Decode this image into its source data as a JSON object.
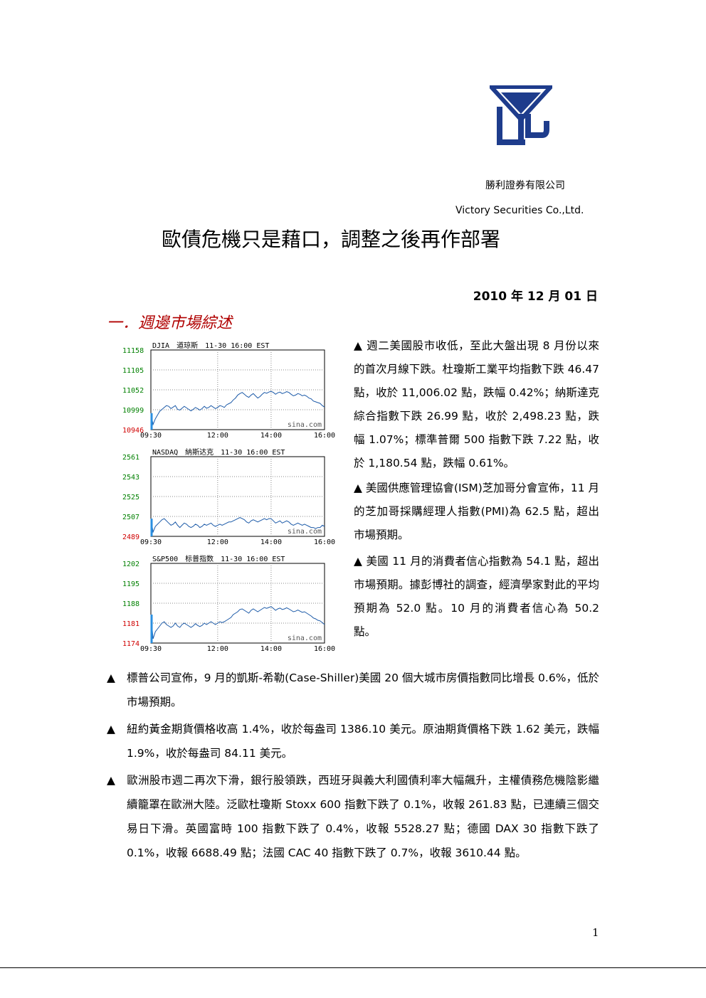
{
  "header": {
    "company_zh": "勝利證券有限公司",
    "company_en": "Victory Securities Co.,Ltd.",
    "logo_icon": "victory-securities-logo-icon",
    "logo_color": "#1e3c8c"
  },
  "title": "歐債危機只是藉口，調整之後再作部署",
  "date": "2010 年 12 月 01 日",
  "section_heading": "一．週邊市場綜述",
  "chart_data": [
    {
      "type": "line",
      "title": "DJIA　道琼斯　11-30 16:00 EST",
      "watermark": "sina.com",
      "x_ticks": [
        "09:30",
        "12:00",
        "14:00",
        "16:00"
      ],
      "y_ticks": [
        "11158",
        "11105",
        "11052",
        "10999",
        "10946"
      ],
      "ylim": [
        10946,
        11158
      ],
      "prev_close": 10999,
      "x": [
        0,
        5,
        10,
        15,
        20,
        25,
        30,
        35,
        40,
        45,
        50,
        55,
        60,
        65,
        70,
        75,
        80,
        85,
        90,
        95,
        100,
        105,
        110,
        115,
        120,
        125,
        130,
        135,
        140,
        145,
        150,
        155,
        160,
        165,
        170,
        175,
        180,
        185,
        190,
        195,
        200,
        205,
        210,
        215,
        220,
        225,
        230,
        235,
        240,
        245,
        250,
        255,
        260,
        265,
        270,
        275,
        280,
        285,
        290,
        295,
        300,
        305,
        310,
        315,
        320,
        325,
        330,
        335,
        340,
        345,
        350,
        355,
        360,
        365,
        370,
        375,
        380,
        385,
        390
      ],
      "values": [
        10990,
        10960,
        10975,
        10985,
        10995,
        11000,
        11005,
        11010,
        11008,
        11002,
        11006,
        11010,
        11000,
        10998,
        11003,
        11008,
        11004,
        11000,
        10996,
        11000,
        11005,
        11002,
        10998,
        11002,
        11008,
        11003,
        11005,
        11010,
        11006,
        11002,
        11005,
        11010,
        11008,
        11005,
        11012,
        11015,
        11018,
        11025,
        11030,
        11038,
        11042,
        11045,
        11040,
        11035,
        11032,
        11038,
        11042,
        11036,
        11030,
        11034,
        11040,
        11045,
        11043,
        11046,
        11048,
        11045,
        11040,
        11044,
        11046,
        11042,
        11044,
        11047,
        11045,
        11040,
        11036,
        11038,
        11042,
        11040,
        11036,
        11038,
        11035,
        11030,
        11028,
        11022,
        11020,
        11018,
        11016,
        11010,
        11006
      ]
    },
    {
      "type": "line",
      "title": "NASDAQ　納斯达克　11-30 16:00 EST",
      "watermark": "sina.com",
      "x_ticks": [
        "09:30",
        "12:00",
        "14:00",
        "16:00"
      ],
      "y_ticks": [
        "2561",
        "2543",
        "2525",
        "2507",
        "2489"
      ],
      "ylim": [
        2489,
        2561
      ],
      "prev_close": 2507,
      "x": [
        0,
        5,
        10,
        15,
        20,
        25,
        30,
        35,
        40,
        45,
        50,
        55,
        60,
        65,
        70,
        75,
        80,
        85,
        90,
        95,
        100,
        105,
        110,
        115,
        120,
        125,
        130,
        135,
        140,
        145,
        150,
        155,
        160,
        165,
        170,
        175,
        180,
        185,
        190,
        195,
        200,
        205,
        210,
        215,
        220,
        225,
        230,
        235,
        240,
        245,
        250,
        255,
        260,
        265,
        270,
        275,
        280,
        285,
        290,
        295,
        300,
        305,
        310,
        315,
        320,
        325,
        330,
        335,
        340,
        345,
        350,
        355,
        360,
        365,
        370,
        375,
        380,
        385,
        390
      ],
      "values": [
        2505,
        2493,
        2498,
        2500,
        2502,
        2504,
        2505,
        2503,
        2501,
        2499,
        2500,
        2502,
        2499,
        2497,
        2499,
        2501,
        2500,
        2498,
        2497,
        2498,
        2500,
        2499,
        2497,
        2498,
        2500,
        2499,
        2500,
        2501,
        2499,
        2498,
        2499,
        2500,
        2499,
        2500,
        2501,
        2502,
        2502,
        2503,
        2504,
        2505,
        2506,
        2505,
        2504,
        2502,
        2501,
        2503,
        2504,
        2503,
        2502,
        2503,
        2504,
        2505,
        2504,
        2505,
        2505,
        2503,
        2501,
        2502,
        2503,
        2501,
        2502,
        2503,
        2502,
        2500,
        2499,
        2500,
        2501,
        2500,
        2499,
        2500,
        2499,
        2498,
        2497,
        2497,
        2496,
        2497,
        2497,
        2499,
        2498
      ]
    },
    {
      "type": "line",
      "title": "S&P500　标普指数　11-30 16:00 EST",
      "watermark": "sina.com",
      "x_ticks": [
        "09:30",
        "12:00",
        "14:00",
        "16:00"
      ],
      "y_ticks": [
        "1202",
        "1195",
        "1188",
        "1181",
        "1174"
      ],
      "ylim": [
        1174,
        1202
      ],
      "prev_close": 1188,
      "x": [
        0,
        5,
        10,
        15,
        20,
        25,
        30,
        35,
        40,
        45,
        50,
        55,
        60,
        65,
        70,
        75,
        80,
        85,
        90,
        95,
        100,
        105,
        110,
        115,
        120,
        125,
        130,
        135,
        140,
        145,
        150,
        155,
        160,
        165,
        170,
        175,
        180,
        185,
        190,
        195,
        200,
        205,
        210,
        215,
        220,
        225,
        230,
        235,
        240,
        245,
        250,
        255,
        260,
        265,
        270,
        275,
        280,
        285,
        290,
        295,
        300,
        305,
        310,
        315,
        320,
        325,
        330,
        335,
        340,
        345,
        350,
        355,
        360,
        365,
        370,
        375,
        380,
        385,
        390
      ],
      "values": [
        1184,
        1175.5,
        1178,
        1179,
        1180,
        1181,
        1181.5,
        1180.5,
        1180,
        1179.5,
        1180,
        1181,
        1180,
        1179.5,
        1180.5,
        1181,
        1180.5,
        1180,
        1179.5,
        1180,
        1180.8,
        1180.2,
        1179.8,
        1180.2,
        1181,
        1180.5,
        1181,
        1181.5,
        1181,
        1180.5,
        1181,
        1181.5,
        1181.2,
        1181.5,
        1182,
        1182.5,
        1183,
        1184,
        1184.5,
        1185,
        1185.8,
        1186,
        1185.5,
        1185,
        1184.5,
        1185.5,
        1186,
        1185.5,
        1185,
        1185.5,
        1186,
        1186.5,
        1186.2,
        1186.5,
        1186.8,
        1186.2,
        1185.5,
        1186,
        1186.3,
        1185.8,
        1186,
        1186.4,
        1186,
        1185.5,
        1185,
        1185.2,
        1185.6,
        1185.2,
        1184.8,
        1185,
        1184.5,
        1184,
        1183.5,
        1182.8,
        1182.5,
        1182,
        1181.8,
        1181.2,
        1180.5
      ]
    }
  ],
  "right_paragraphs": [
    "▲ 週二美國股市收低，至此大盤出現 8 月份以來的首次月線下跌。杜瓊斯工業平均指數下跌 46.47 點，收於 11,006.02 點，跌幅 0.42%；納斯達克綜合指數下跌 26.99 點，收於 2,498.23 點，跌幅 1.07%；標準普爾 500 指數下跌 7.22 點，收於 1,180.54 點，跌幅 0.61%。",
    "▲ 美國供應管理協會(ISM)芝加哥分會宣佈，11 月的芝加哥採購經理人指數(PMI)為 62.5 點，超出市場預期。",
    "▲ 美國 11 月的消費者信心指數為 54.1 點，超出市場預期。據彭博社的調查，經濟學家對此的平均預期為 52.0 點。10 月的消費者信心為 50.2 點。"
  ],
  "full_paragraphs": [
    {
      "bullet": "▲",
      "text": "標普公司宣佈，9 月的凱斯-希勒(Case-Shiller)美國 20 個大城市房價指數同比增長 0.6%，低於市場預期。"
    },
    {
      "bullet": "▲",
      "text": "紐約黃金期貨價格收高 1.4%，收於每盎司 1386.10 美元。原油期貨價格下跌 1.62 美元，跌幅 1.9%，收於每盎司 84.11 美元。"
    },
    {
      "bullet": "▲",
      "text": "歐洲股市週二再次下滑，銀行股領跌，西班牙與義大利國債利率大幅飆升，主權債務危機陰影繼續籠罩在歐洲大陸。泛歐杜瓊斯 Stoxx 600 指數下跌了 0.1%，收報 261.83 點，已連續三個交易日下滑。英國富時 100 指數下跌了 0.4%，收報 5528.27 點；德國 DAX 30 指數下跌了 0.1%，收報 6688.49 點；法國 CAC 40 指數下跌了 0.7%，收報 3610.44 點。"
    }
  ],
  "page_number": "1",
  "colors": {
    "line": "#1c5aa8",
    "up_tick": "#008000",
    "down_tick": "#d00000",
    "heading": "#b00000"
  }
}
